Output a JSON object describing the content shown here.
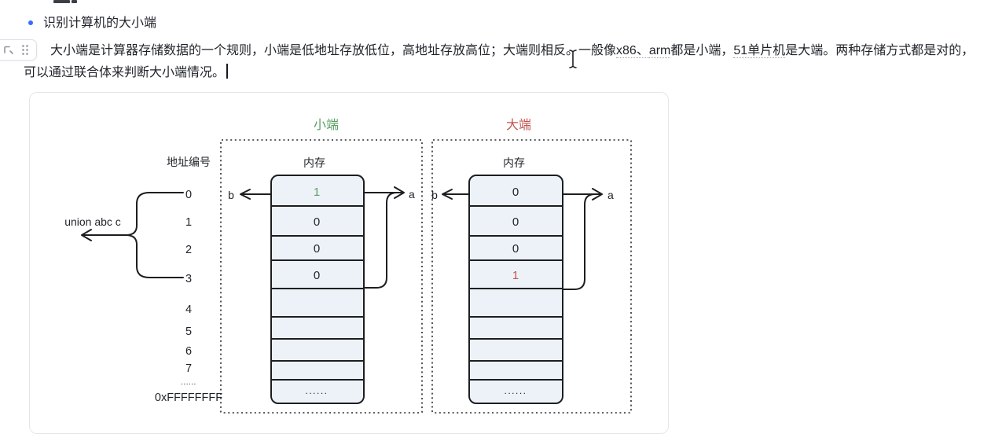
{
  "editor": {
    "bullet_item": "识别计算机的大小端",
    "paragraph": {
      "seg1": "大小端是计算器存储数据的一个规则，小端是低地址存放低位，高地址存放高位；大端则相反。一般像",
      "term1": "x86、",
      "term2": "arm",
      "seg2": "都是小端，",
      "term3": "51单片机",
      "seg3": "是大端。两种存储方式都是对的，",
      "line2": "可以通过联合体来判断大小端情况。"
    }
  },
  "diagram": {
    "little_title": "小端",
    "big_title": "大端",
    "memory_label": "内存",
    "address_header": "地址编号",
    "union_label": "union abc c",
    "pointer_left": "b",
    "pointer_right": "a",
    "addresses": [
      "0",
      "1",
      "2",
      "3",
      "4",
      "5",
      "6",
      "7",
      "......",
      "0xFFFFFFFF"
    ],
    "little_values": [
      "1",
      "0",
      "0",
      "0",
      "......"
    ],
    "big_values": [
      "0",
      "0",
      "0",
      "1",
      "......"
    ],
    "colors": {
      "little_accent": "#5aa064",
      "big_accent": "#c45550",
      "cell_fill": "#edf2f8",
      "bullet_blue": "#3370ff"
    }
  }
}
